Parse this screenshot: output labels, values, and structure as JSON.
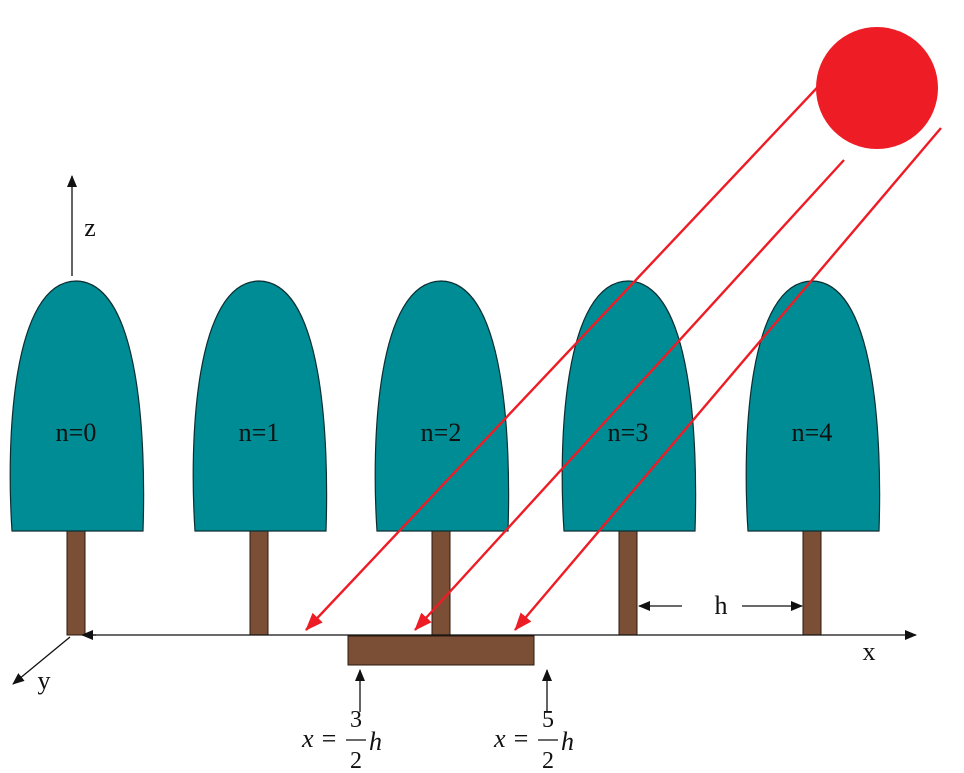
{
  "axes": {
    "x_label": "x",
    "y_label": "y",
    "z_label": "z"
  },
  "trees": [
    {
      "label": "n=0"
    },
    {
      "label": "n=1"
    },
    {
      "label": "n=2"
    },
    {
      "label": "n=3"
    },
    {
      "label": "n=4"
    }
  ],
  "spacing_label": "h",
  "markers": [
    {
      "lhs": "x =",
      "numerator": "3",
      "denominator": "2",
      "var": "h"
    },
    {
      "lhs": "x =",
      "numerator": "5",
      "denominator": "2",
      "var": "h"
    }
  ],
  "colors": {
    "canopy": "#008c94",
    "trunk": "#7b4f36",
    "sun": "#ee1c25",
    "ray": "#ee1c25",
    "line": "#111111"
  },
  "icons": {
    "sun": "sun-icon"
  }
}
